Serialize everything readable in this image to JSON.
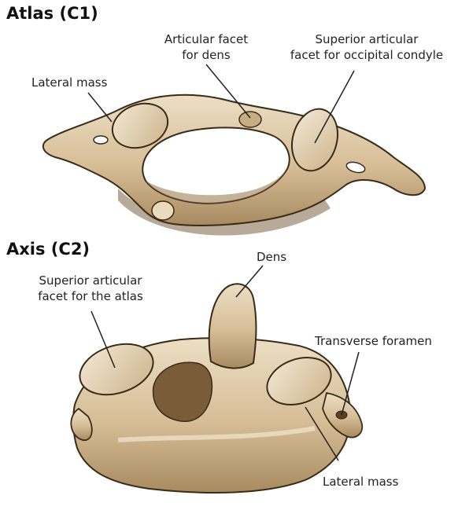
{
  "atlas": {
    "title": "Atlas (C1)",
    "labels": {
      "lateral_mass": "Lateral mass",
      "articular_facet_dens_line1": "Articular facet",
      "articular_facet_dens_line2": "for dens",
      "superior_facet_line1": "Superior articular",
      "superior_facet_line2": "facet for occipital condyle"
    }
  },
  "axis": {
    "title": "Axis (C2)",
    "labels": {
      "superior_facet_line1": "Superior articular",
      "superior_facet_line2": "facet for the atlas",
      "dens": "Dens",
      "transverse_foramen": "Transverse foramen",
      "lateral_mass": "Lateral mass"
    }
  },
  "colors": {
    "bone": "#d9c29d",
    "bone_light": "#ebdcc0",
    "bone_shadow": "#9c7f56",
    "outline": "#3a2a18",
    "leader_line": "#222222"
  }
}
